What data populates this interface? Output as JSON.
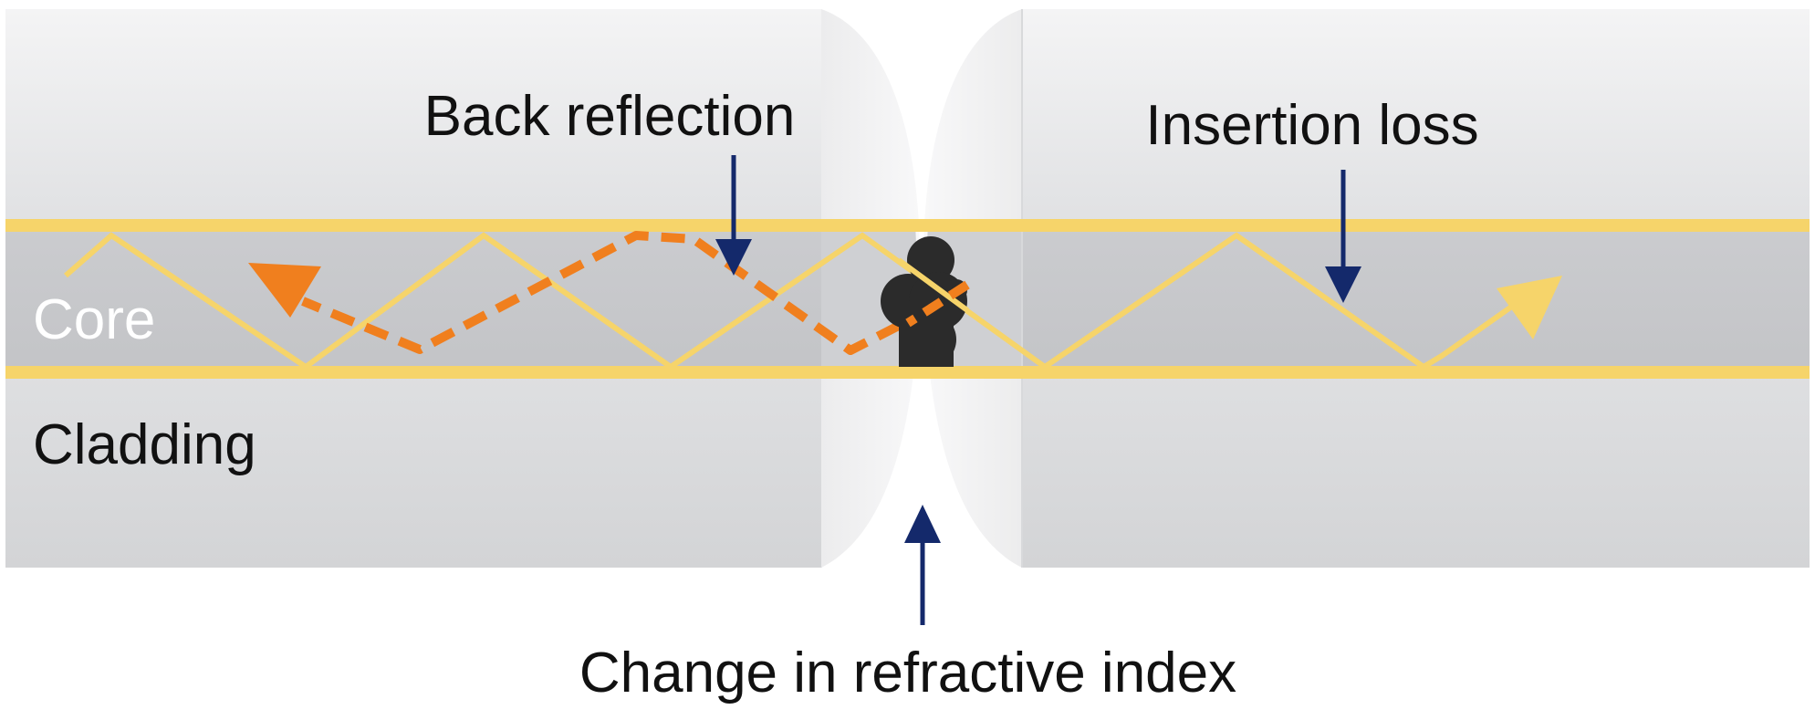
{
  "labels": {
    "back_reflection": "Back reflection",
    "insertion_loss": "Insertion loss",
    "core": "Core",
    "cladding": "Cladding",
    "refractive_change": "Change in refractive index"
  },
  "colors": {
    "light_path": "#F6D46A",
    "reflected_path": "#F07F1E",
    "pointer_arrow": "#14296B",
    "contaminant": "#2B2B2B",
    "core_fill": "#C9CACC",
    "cladding_fill": "#E3E4E6",
    "core_label": "#FFFFFF",
    "text": "#111111"
  }
}
